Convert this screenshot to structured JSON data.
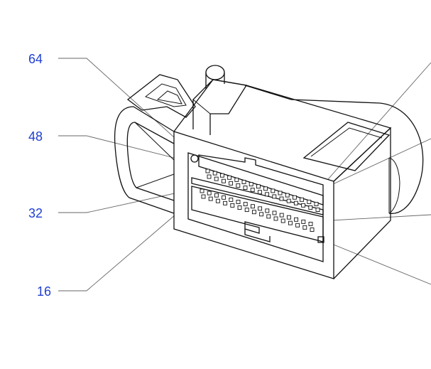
{
  "diagram": {
    "labels": [
      {
        "id": "pin-64",
        "text": "64"
      },
      {
        "id": "pin-48",
        "text": "48"
      },
      {
        "id": "pin-32",
        "text": "32"
      },
      {
        "id": "pin-16",
        "text": "16"
      }
    ],
    "colors": {
      "label": "#1f3fd0",
      "outline": "#111111",
      "leader": "#666666"
    }
  }
}
